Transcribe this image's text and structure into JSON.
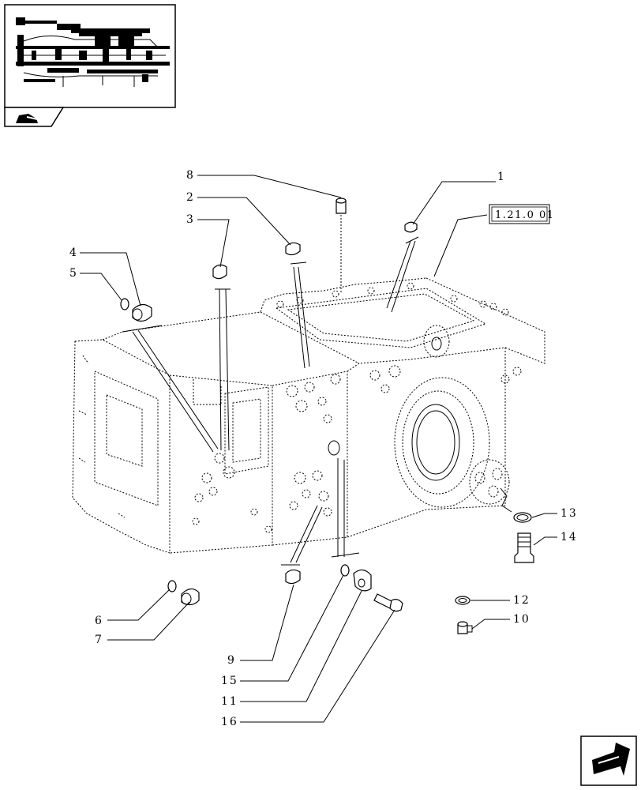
{
  "reference_label": "1.21.0 01",
  "callouts": [
    {
      "id": "c1",
      "text": "1"
    },
    {
      "id": "c2",
      "text": "2"
    },
    {
      "id": "c3",
      "text": "3"
    },
    {
      "id": "c4",
      "text": "4"
    },
    {
      "id": "c5",
      "text": "5"
    },
    {
      "id": "c6",
      "text": "6"
    },
    {
      "id": "c7",
      "text": "7"
    },
    {
      "id": "c8",
      "text": "8"
    },
    {
      "id": "c9",
      "text": "9"
    },
    {
      "id": "c10",
      "text": "10"
    },
    {
      "id": "c11",
      "text": "11"
    },
    {
      "id": "c12",
      "text": "12"
    },
    {
      "id": "c13",
      "text": "13"
    },
    {
      "id": "c14",
      "text": "14"
    },
    {
      "id": "c15",
      "text": "15"
    },
    {
      "id": "c16",
      "text": "16"
    }
  ]
}
